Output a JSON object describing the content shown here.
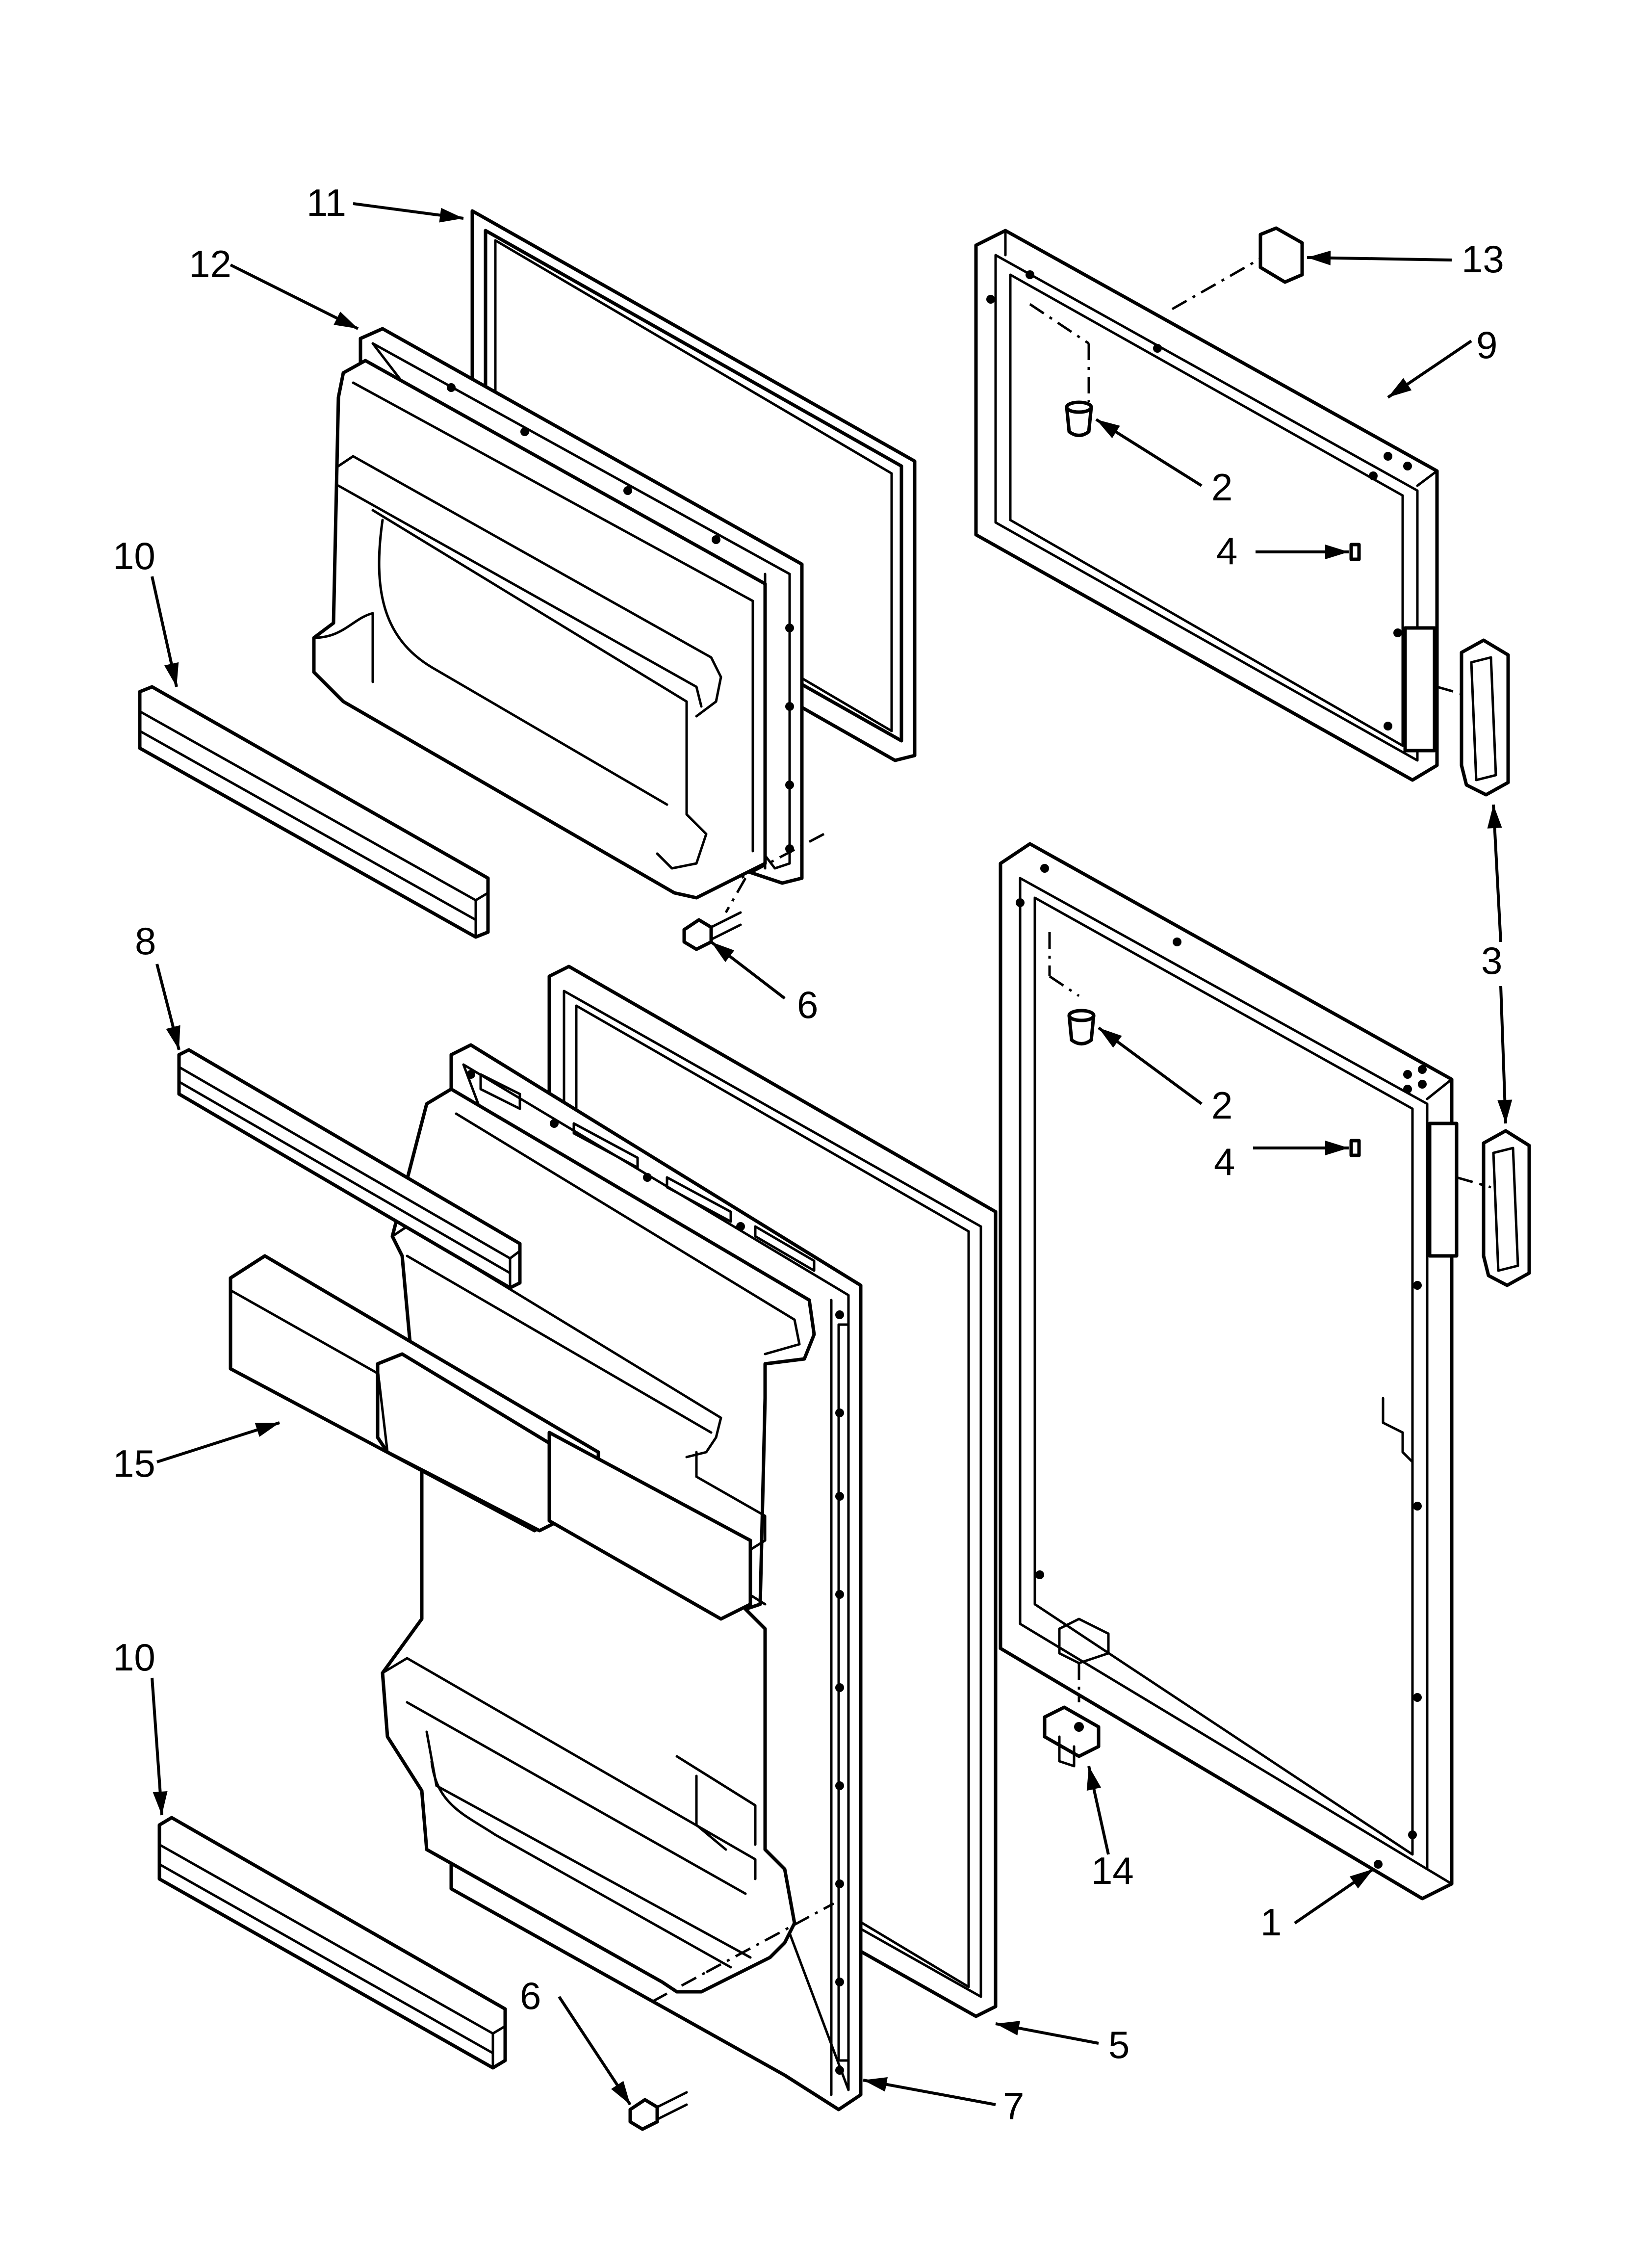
{
  "callouts": {
    "c1": "1",
    "c2a": "2",
    "c2b": "2",
    "c3": "3",
    "c4a": "4",
    "c4b": "4",
    "c5": "5",
    "c6a": "6",
    "c6b": "6",
    "c7": "7",
    "c8": "8",
    "c9": "9",
    "c10a": "10",
    "c10b": "10",
    "c11": "11",
    "c12": "12",
    "c13": "13",
    "c14": "14",
    "c15": "15"
  }
}
